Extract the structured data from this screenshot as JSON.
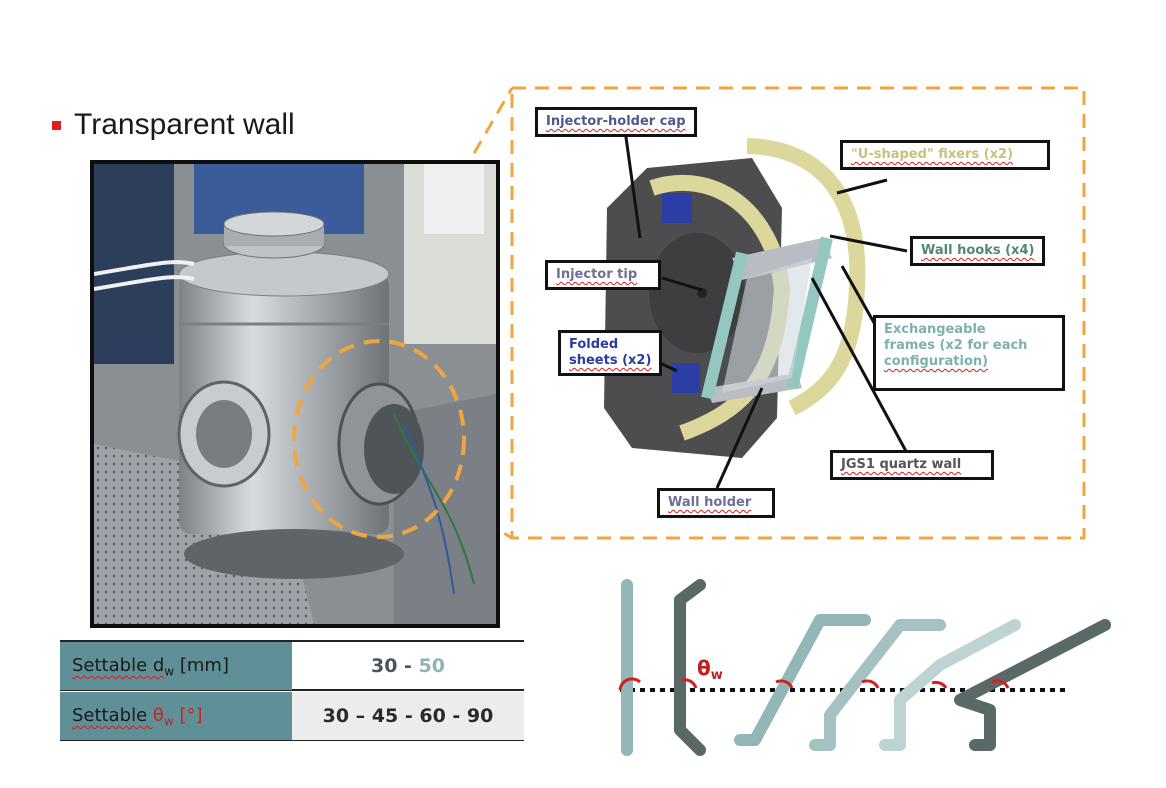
{
  "title": "Transparent wall",
  "labels": {
    "injector_holder_cap": "Injector-holder cap",
    "u_shaped_fixers": "\"U-shaped\" fixers (x2)",
    "wall_hooks": "Wall hooks (x4)",
    "injector_tip": "Injector tip",
    "folded_sheets_1": "Folded",
    "folded_sheets_2": "sheets (x2)",
    "exchangeable_1": "Exchangeable",
    "exchangeable_2": "frames (x2 for each",
    "exchangeable_3": "configuration)",
    "jgs1_wall": "JGS1 quartz wall",
    "wall_holder": "Wall holder"
  },
  "table": {
    "row1_label_prefix": "Settable d",
    "row1_label_sub": "w",
    "row1_label_suffix": " [mm]",
    "row1_value_a": "30",
    "row1_value_sep": " - ",
    "row1_value_b": "50",
    "row2_label_prefix": "Settable ",
    "row2_label_theta": "θ",
    "row2_label_sub": "w",
    "row2_label_suffix": " [°]",
    "row2_value": "30 – 45 - 60 - 90"
  },
  "angle_label": "θ",
  "angle_sub": "w",
  "colors": {
    "accent_orange": "#f0a640",
    "table_header": "#5f8f97",
    "bullet_red": "#e01e1e",
    "frame_dark": "#5b6868",
    "frame_light": "#93b6b6",
    "yellow_fixer": "#dcd79a"
  }
}
